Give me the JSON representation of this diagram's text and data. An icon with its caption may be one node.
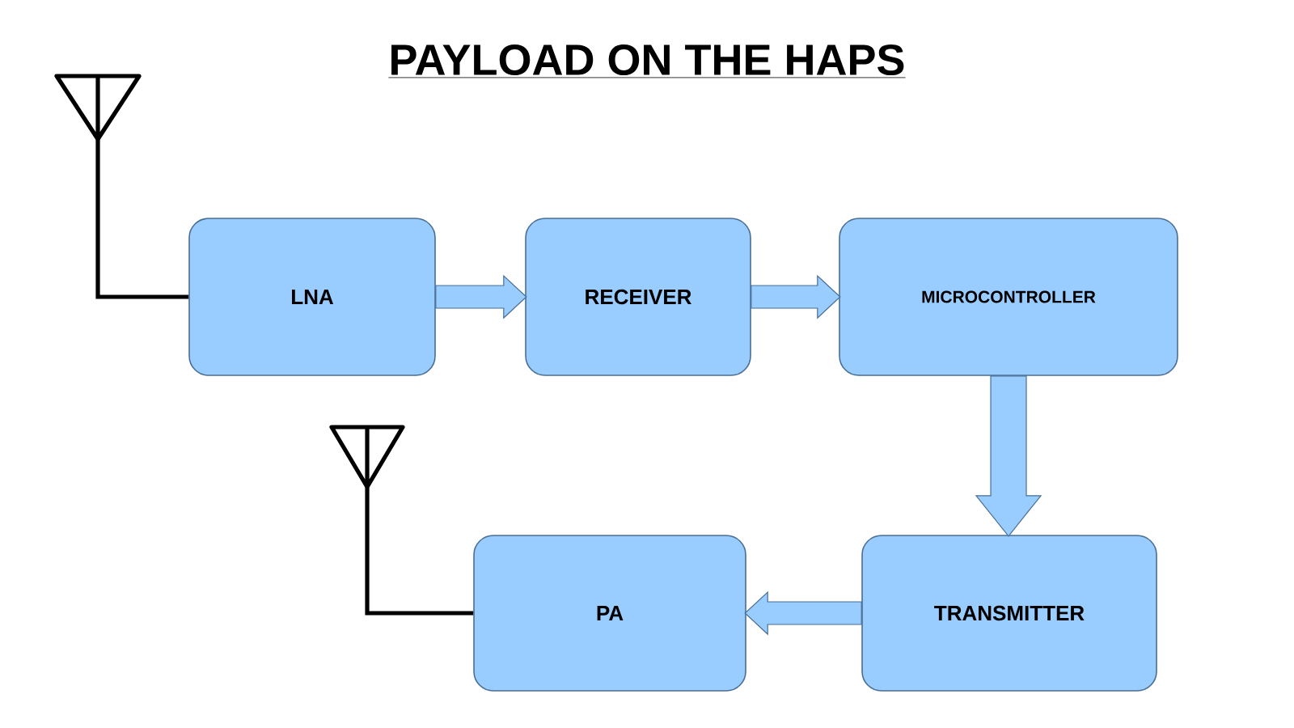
{
  "diagram": {
    "title": "PAYLOAD ON THE HAPS",
    "nodes": [
      {
        "text": [],
        "shape": "antenna"
      },
      {
        "text": [
          "LNA"
        ]
      },
      {
        "text": [
          "RECEIVER"
        ]
      },
      {
        "text": [
          "MICROCONTROLLER"
        ]
      },
      {
        "text": [],
        "shape": "antenna"
      },
      {
        "text": [
          "PA"
        ]
      },
      {
        "text": [
          "TRANSMITTER"
        ]
      }
    ],
    "edges": [
      {
        "from": 0,
        "to": 1,
        "arrow": "none",
        "color": "#000000"
      },
      {
        "from": 1,
        "to": 2,
        "arrow": "to"
      },
      {
        "from": 2,
        "to": 3,
        "arrow": "to"
      },
      {
        "from": 3,
        "to": 6,
        "arrow": "to"
      },
      {
        "from": 6,
        "to": 5,
        "arrow": "to"
      },
      {
        "from": 4,
        "to": 5,
        "arrow": "none",
        "color": "#000000"
      }
    ]
  }
}
